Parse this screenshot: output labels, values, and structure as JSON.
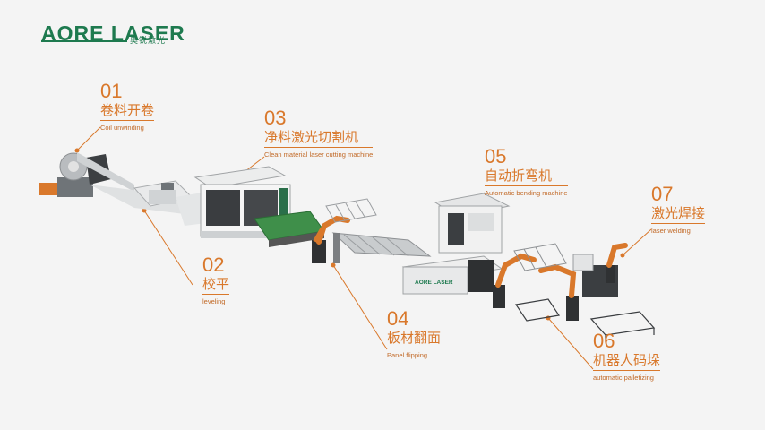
{
  "brand": {
    "name": "AORE LASER",
    "name_cn": "奥锐激光",
    "color": "#1e7a4f"
  },
  "accent_color": "#d9782b",
  "steps": [
    {
      "num": "01",
      "cn": "卷料开卷",
      "en": "Coil unwinding"
    },
    {
      "num": "02",
      "cn": "校平",
      "en": "leveling"
    },
    {
      "num": "03",
      "cn": "净料激光切割机",
      "en": "Clean material laser cutting machine"
    },
    {
      "num": "04",
      "cn": "板材翻面",
      "en": "Panel flipping"
    },
    {
      "num": "05",
      "cn": "自动折弯机",
      "en": "Automatic bending machine"
    },
    {
      "num": "06",
      "cn": "机器人码垛",
      "en": "automatic palletizing"
    },
    {
      "num": "07",
      "cn": "激光焊接",
      "en": "laser welding"
    }
  ],
  "machine_badge": "AORE LASER",
  "illustration": "production line: coil unwinder, leveler, laser cutter, conveyor, robotic flipping, bending machine, palletizing robots, laser welding robot"
}
